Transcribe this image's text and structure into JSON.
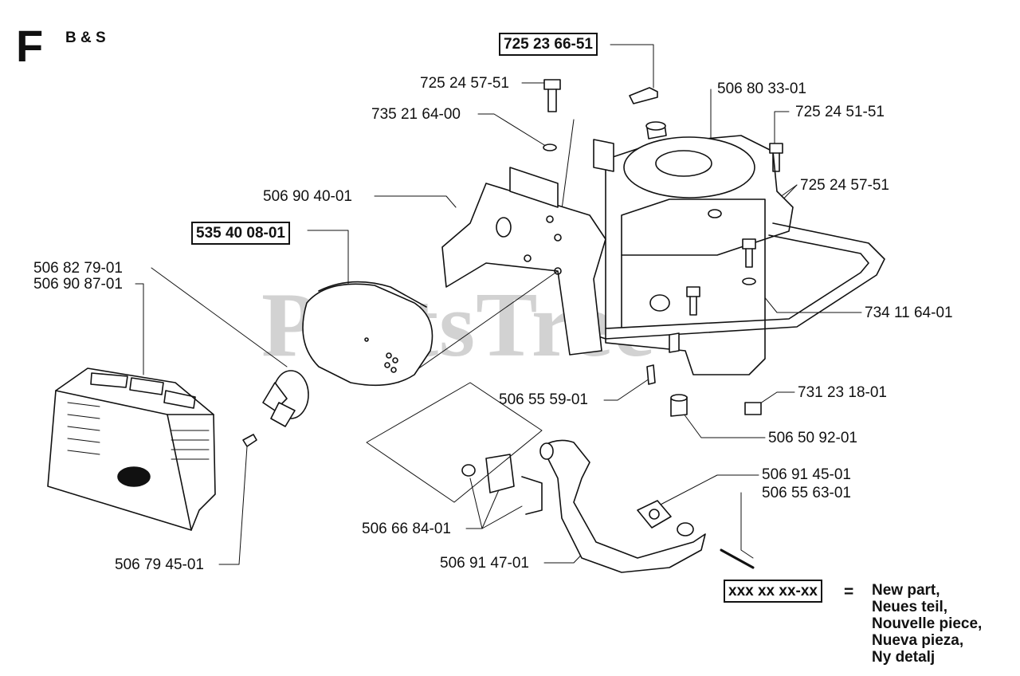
{
  "section": {
    "letter": "F",
    "subtitle": "B & S"
  },
  "watermark": "PartsTree",
  "parts": {
    "p1": "725 23 66-51",
    "p2": "725 24 57-51",
    "p3": "735 21 64-00",
    "p4": "506 80 33-01",
    "p5": "725 24 51-51",
    "p6": "725 24 57-51",
    "p7": "506 90 40-01",
    "p8": "535 40 08-01",
    "p9": "506 82 79-01",
    "p10": "506 90 87-01",
    "p11": "734 11 64-01",
    "p12": "506 55 59-01",
    "p13": "731 23 18-01",
    "p14": "506 50 92-01",
    "p15": "506 91 45-01",
    "p16": "506 55 63-01",
    "p17": "506 66 84-01",
    "p18": "506 91 47-01",
    "p19": "506 79 45-01"
  },
  "legend": {
    "code": "xxx xx xx-xx",
    "equals": "=",
    "lines": [
      "New part,",
      "Neues teil,",
      "Nouvelle piece,",
      "Nueva pieza,",
      "Ny detalj"
    ]
  }
}
